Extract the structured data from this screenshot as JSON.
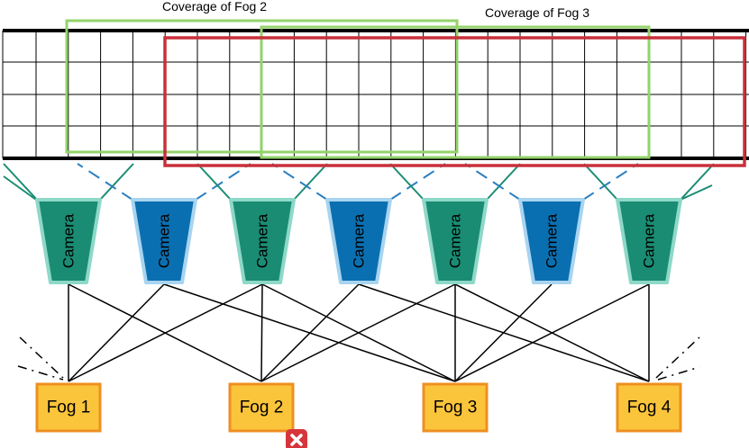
{
  "coverage_labels": {
    "fog2": "Coverage of Fog 2",
    "fog3": "Coverage of Fog 3"
  },
  "cameras": [
    {
      "label": "Camera",
      "color": "green"
    },
    {
      "label": "Camera",
      "color": "blue"
    },
    {
      "label": "Camera",
      "color": "green"
    },
    {
      "label": "Camera",
      "color": "blue"
    },
    {
      "label": "Camera",
      "color": "green"
    },
    {
      "label": "Camera",
      "color": "blue"
    },
    {
      "label": "Camera",
      "color": "green"
    }
  ],
  "fog_nodes": [
    {
      "label": "Fog 1",
      "failed": false
    },
    {
      "label": "Fog 2",
      "failed": true
    },
    {
      "label": "Fog 3",
      "failed": false
    },
    {
      "label": "Fog 4",
      "failed": false
    }
  ],
  "failure_icon": "close-icon",
  "colors": {
    "camera_green": "#1a8c73",
    "camera_green_border": "#8ed8c8",
    "camera_blue": "#0a6fb0",
    "camera_blue_border": "#a8d4f0",
    "fog_fill": "#fbc53b",
    "fog_border": "#ee8f22",
    "coverage_green": "#93d36b",
    "coverage_red": "#c9303a",
    "fov_green": "#1a8c73",
    "fov_blue": "#2a7fc0",
    "failure_badge": "#d6353c"
  }
}
